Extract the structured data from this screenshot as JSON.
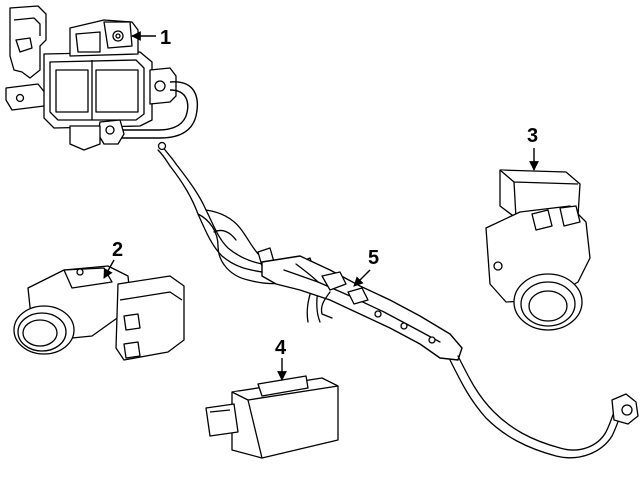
{
  "diagram": {
    "background": "#ffffff",
    "line_color": "#000000",
    "callouts": [
      {
        "id": "part-1",
        "label": "1"
      },
      {
        "id": "part-2",
        "label": "2"
      },
      {
        "id": "part-3",
        "label": "3"
      },
      {
        "id": "part-4",
        "label": "4"
      },
      {
        "id": "part-5",
        "label": "5"
      }
    ]
  }
}
